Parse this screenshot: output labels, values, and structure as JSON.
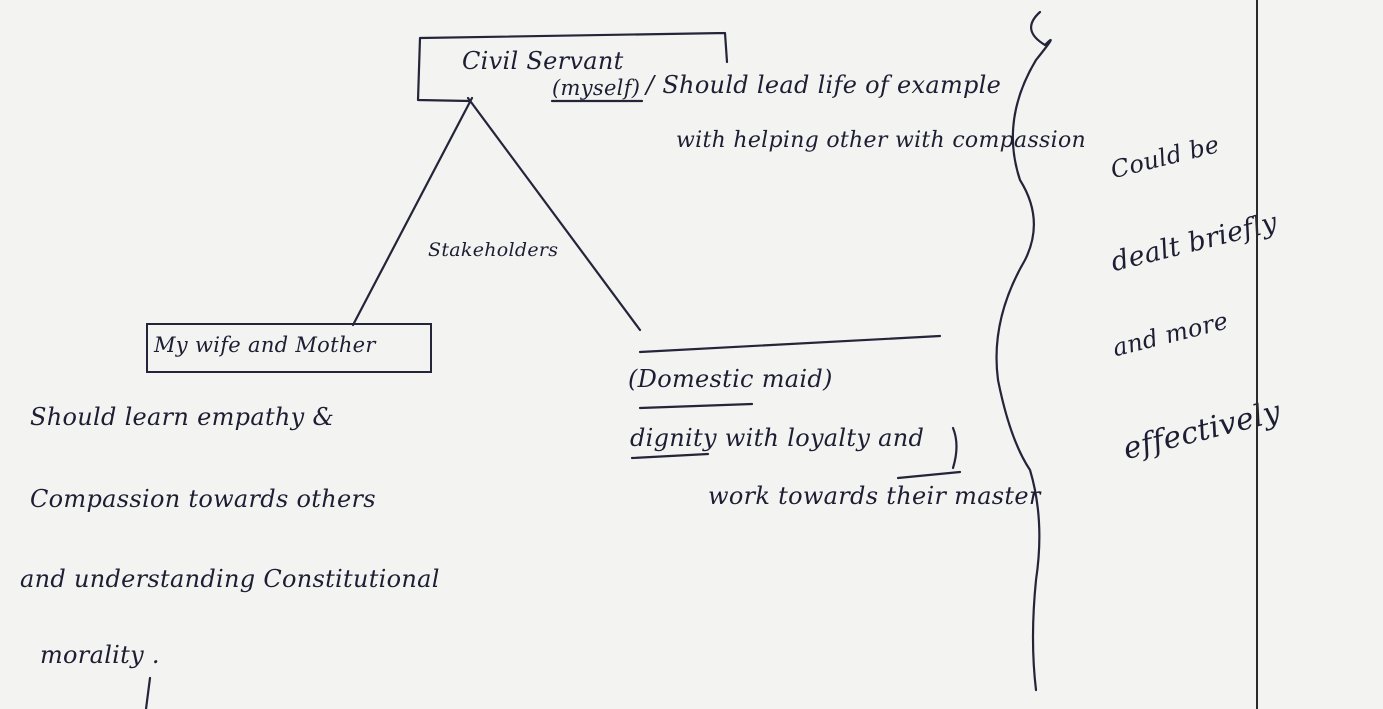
{
  "diagram": {
    "top_node": {
      "line1": "Civil Servant",
      "line2": "(myself)"
    },
    "top_note": {
      "line1": "/ Should lead life of example",
      "line2": "with helping other with compassion"
    },
    "center_label": "Stakeholders",
    "left_node": "My wife and Mother",
    "left_note": {
      "line1": "Should learn empathy &",
      "line2": "Compassion towards others",
      "line3": "and understanding Constitutional",
      "line4": "morality ."
    },
    "right_node": "(Domestic maid)",
    "right_note": {
      "line1": "dignity with loyalty and",
      "line2": "work towards their master"
    }
  },
  "examiner_remark": {
    "line1": "Could be",
    "line2": "dealt briefly",
    "line3": "and more",
    "line4": "effectively"
  }
}
